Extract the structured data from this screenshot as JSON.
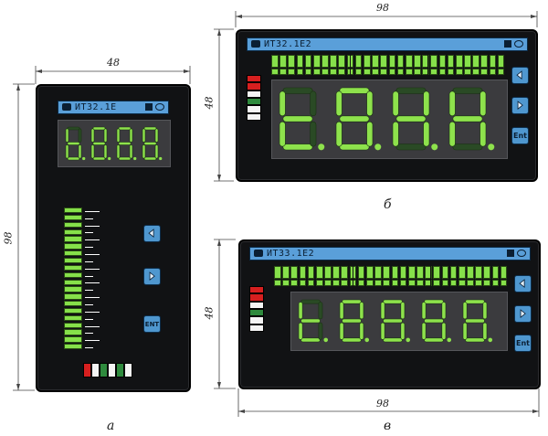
{
  "device_model": "ИТ32.1Е",
  "device_model_b": "ИТ32.1Е2",
  "device_model_c": "ИТ33.1Е2",
  "enter_button_label": "ENT",
  "enter_button_label_small": "Ent",
  "dimensions": {
    "a_width": "48",
    "a_height": "98",
    "b_width": "98",
    "b_height": "48",
    "c_width": "98",
    "c_height": "48"
  },
  "captions": {
    "a": "а",
    "b": "б",
    "c": "в"
  },
  "colors": {
    "segment_on": "#8ee24c",
    "segment_off": "#2a4a25",
    "panel": "#3b3b3e",
    "body": "#111214",
    "header": "#5a9fd9",
    "stripe_red": "#d71f1f",
    "stripe_white": "#f4f4f4",
    "stripe_green": "#2e8a3d"
  }
}
